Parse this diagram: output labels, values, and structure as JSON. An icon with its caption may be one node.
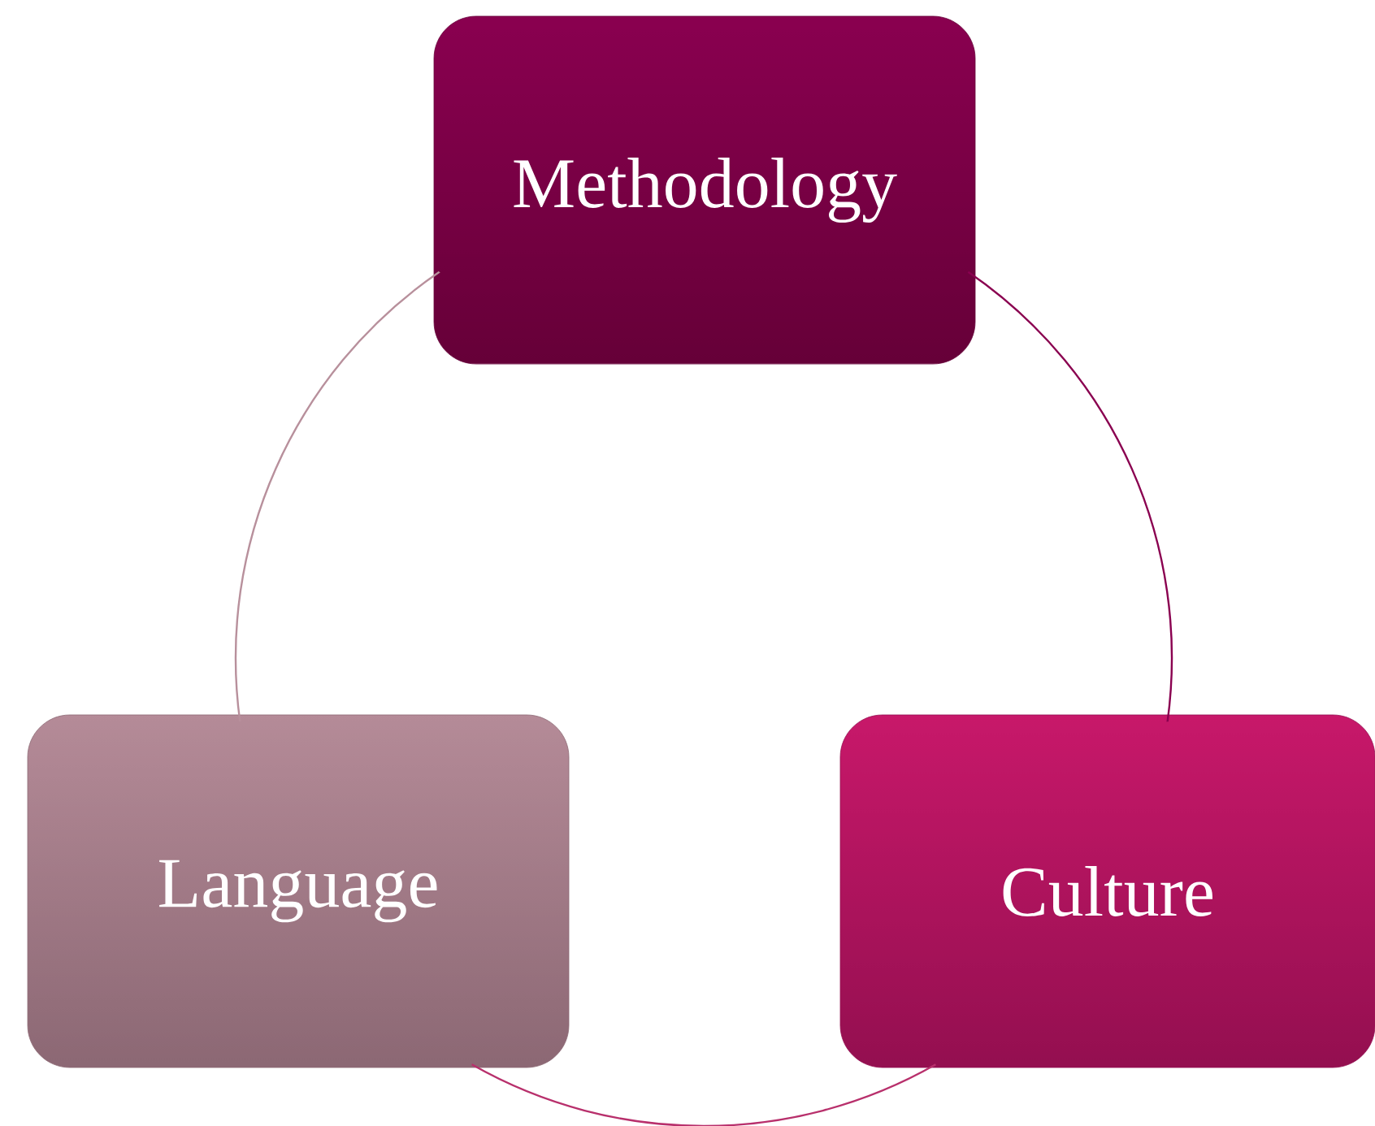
{
  "diagram": {
    "nodes": [
      {
        "text": [
          "Methodology"
        ]
      },
      {
        "text": [
          "Language"
        ]
      },
      {
        "text": [
          "Culture"
        ]
      }
    ],
    "edges": [
      {
        "from": 0,
        "to": 2,
        "arrow": "none",
        "color": "#8a0050"
      },
      {
        "from": 2,
        "to": 1,
        "arrow": "none",
        "color": "#b8306c"
      },
      {
        "from": 1,
        "to": 0,
        "arrow": "none",
        "color": "#b8909c"
      }
    ]
  }
}
